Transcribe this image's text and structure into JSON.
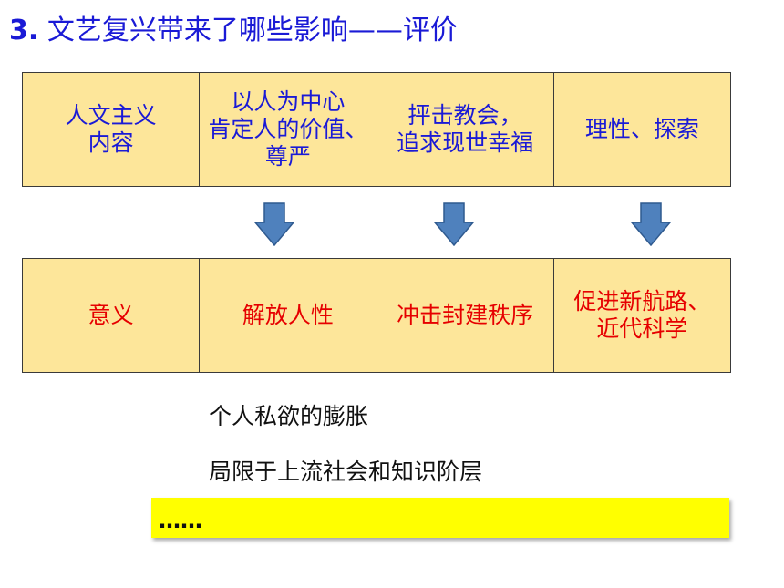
{
  "title": {
    "number": "3.",
    "text": " 文艺复兴带来了哪些影响——评价"
  },
  "content_row": [
    {
      "text": "人文主义\n内容"
    },
    {
      "text": "以人为中心\n肯定人的价值、\n尊严"
    },
    {
      "text": "抨击教会，\n追求现世幸福"
    },
    {
      "text": "理性、探索"
    }
  ],
  "significance_row": [
    {
      "text": "意义"
    },
    {
      "text": "解放人性"
    },
    {
      "text": "冲击封建秩序"
    },
    {
      "text": "促进新航路、\n近代科学"
    }
  ],
  "limitations": {
    "item1": "个人私欲的膨胀",
    "item2": "局限于上流社会和知识阶层",
    "more": "……"
  },
  "colors": {
    "title_blue": "#1a1ad6",
    "cell_fill": "#fde69a",
    "significance_red": "#e60000",
    "arrow_blue": "#4f81bd",
    "highlight_yellow": "#ffff00"
  }
}
